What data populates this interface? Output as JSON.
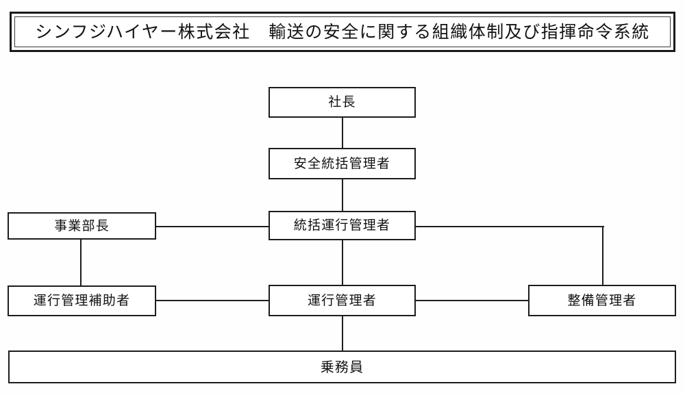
{
  "title": {
    "text": "シンフジハイヤー株式会社　輸送の安全に関する組織体制及び指揮命令系統"
  },
  "chart_data": {
    "type": "diagram",
    "subtype": "organizational-chart",
    "title": "シンフジハイヤー株式会社　輸送の安全に関する組織体制及び指揮命令系統",
    "orientation": "top-down",
    "nodes": [
      {
        "id": "shacho",
        "label": "社長",
        "level": 1,
        "column": "center"
      },
      {
        "id": "anzen-toukatsu",
        "label": "安全統括管理者",
        "level": 2,
        "column": "center"
      },
      {
        "id": "toukatsu-unkou",
        "label": "統括運行管理者",
        "level": 3,
        "column": "center"
      },
      {
        "id": "jigyou-buchou",
        "label": "事業部長",
        "level": 3,
        "column": "left"
      },
      {
        "id": "unkou-kanri",
        "label": "運行管理者",
        "level": 4,
        "column": "center"
      },
      {
        "id": "unkou-hojo",
        "label": "運行管理補助者",
        "level": 4,
        "column": "left"
      },
      {
        "id": "seibi-kanri",
        "label": "整備管理者",
        "level": 4,
        "column": "right"
      },
      {
        "id": "joumuin",
        "label": "乗務員",
        "level": 5,
        "column": "full-width"
      }
    ],
    "edges": [
      {
        "from": "shacho",
        "to": "anzen-toukatsu",
        "style": "vertical"
      },
      {
        "from": "anzen-toukatsu",
        "to": "toukatsu-unkou",
        "style": "vertical"
      },
      {
        "from": "jigyou-buchou",
        "to": "toukatsu-unkou",
        "style": "horizontal"
      },
      {
        "from": "jigyou-buchou",
        "to": "unkou-hojo",
        "style": "vertical"
      },
      {
        "from": "toukatsu-unkou",
        "to": "unkou-kanri",
        "style": "vertical"
      },
      {
        "from": "toukatsu-unkou",
        "to": "seibi-kanri",
        "style": "elbow-right"
      },
      {
        "from": "unkou-hojo",
        "to": "unkou-kanri",
        "style": "horizontal"
      },
      {
        "from": "unkou-kanri",
        "to": "seibi-kanri",
        "style": "horizontal"
      },
      {
        "from": "unkou-kanri",
        "to": "joumuin",
        "style": "vertical"
      }
    ],
    "colors": {
      "line": "#1c1c1c",
      "box_fill": "#ffffff",
      "text": "#111111",
      "background": "#ffffff"
    }
  }
}
